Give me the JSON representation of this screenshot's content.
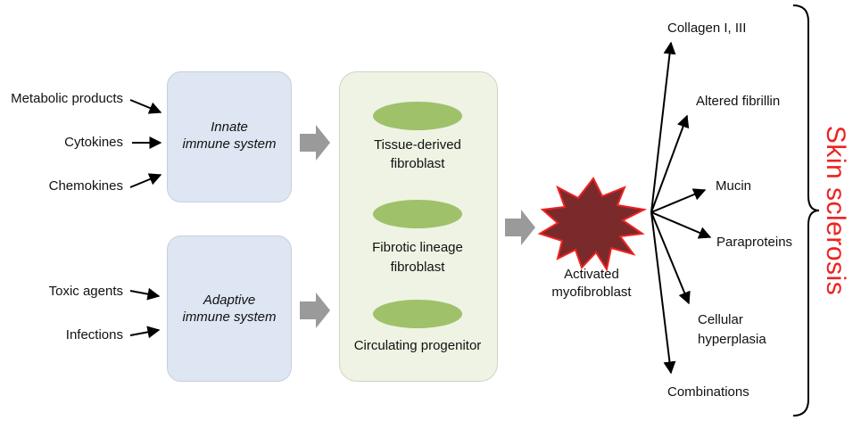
{
  "inputs_innate": [
    "Metabolic products",
    "Cytokines",
    "Chemokines"
  ],
  "inputs_adaptive": [
    "Toxic agents",
    "Infections"
  ],
  "innate_box": {
    "line1": "Innate",
    "line2": "immune system"
  },
  "adaptive_box": {
    "line1": "Adaptive",
    "line2": "immune system"
  },
  "cell_types": [
    {
      "line1": "Tissue-derived",
      "line2": "fibroblast"
    },
    {
      "line1": "Fibrotic lineage",
      "line2": "fibroblast"
    },
    {
      "line1": "Circulating progenitor",
      "line2": ""
    }
  ],
  "myofibroblast": {
    "line1": "Activated",
    "line2": "myofibroblast"
  },
  "outcomes": {
    "collagen": "Collagen I, III",
    "fibrillin": "Altered fibrillin",
    "mucin": "Mucin",
    "paraproteins": "Paraproteins",
    "hyperplasia_1": "Cellular",
    "hyperplasia_2": "hyperplasia",
    "combinations": "Combinations"
  },
  "result_label": "Skin sclerosis",
  "colors": {
    "immune_box": "#dde6f2",
    "cell_box": "#eef3e3",
    "cell_ellipse": "#9fc16a",
    "burst_fill": "#7a2a2a",
    "burst_stroke": "#ee2222",
    "block_arrow": "#9a9a9a",
    "result_text": "#ee2222"
  }
}
